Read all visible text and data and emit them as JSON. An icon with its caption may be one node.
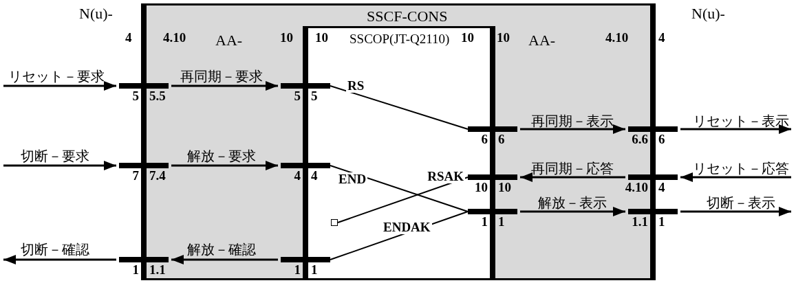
{
  "diagram": {
    "nodes": [
      {
        "text": [
          "SSCF-CONS"
        ]
      },
      {
        "text": [
          "SSCOP(JT-Q2110)"
        ],
        "in": 0
      },
      {
        "text": [],
        "shape": "box",
        "in": 1
      },
      {
        "text": [],
        "shape": "bar",
        "beside": [
          "5",
          "5.5"
        ]
      },
      {
        "text": [],
        "shape": "bar",
        "beside": [
          "5",
          "5"
        ],
        "in": 0
      },
      {
        "text": [],
        "shape": "bar",
        "beside": [
          "6",
          "6"
        ],
        "in": 0
      },
      {
        "text": [],
        "shape": "bar",
        "beside": [
          "6.6",
          "6"
        ]
      },
      {
        "text": [],
        "shape": "bar",
        "beside": [
          "7",
          "7.4"
        ]
      },
      {
        "text": [],
        "shape": "bar",
        "beside": [
          "4",
          "4"
        ],
        "in": 0
      },
      {
        "text": [],
        "shape": "bar",
        "beside": [
          "10",
          "10"
        ],
        "in": 0
      },
      {
        "text": [],
        "shape": "bar",
        "beside": [
          "4.10",
          "4"
        ]
      },
      {
        "text": [],
        "shape": "bar",
        "beside": [
          "1",
          "1"
        ],
        "in": 0
      },
      {
        "text": [],
        "shape": "bar",
        "beside": [
          "1.1",
          "1"
        ]
      },
      {
        "text": [],
        "shape": "bar",
        "beside": [
          "1",
          "1.1"
        ]
      },
      {
        "text": [],
        "shape": "bar",
        "beside": [
          "1",
          "1"
        ],
        "in": 0
      }
    ],
    "edges": [
      {
        "from": null,
        "to": 3,
        "arrow": "to",
        "label": "リセット－要求"
      },
      {
        "from": 3,
        "to": 4,
        "arrow": "to",
        "label": "再同期－要求"
      },
      {
        "from": 4,
        "to": 5,
        "arrow": "none",
        "label": "RS"
      },
      {
        "from": 5,
        "to": 6,
        "arrow": "to",
        "label": "再同期－表示"
      },
      {
        "from": 6,
        "to": null,
        "arrow": "to",
        "label": "リセット－表示"
      },
      {
        "from": null,
        "to": 10,
        "arrow": "to",
        "label": "リセット－応答"
      },
      {
        "from": 10,
        "to": 9,
        "arrow": "to",
        "label": "再同期－応答"
      },
      {
        "from": 9,
        "to": 2,
        "arrow": "none",
        "label": "RSAK"
      },
      {
        "from": 8,
        "to": 11,
        "arrow": "none",
        "label": "END"
      },
      {
        "from": 14,
        "to": 11,
        "arrow": "none",
        "label": "ENDAK"
      },
      {
        "from": 11,
        "to": 12,
        "arrow": "to",
        "label": "解放－表示"
      },
      {
        "from": 12,
        "to": null,
        "arrow": "to",
        "label": "切断－表示"
      },
      {
        "from": null,
        "to": 7,
        "arrow": "to",
        "label": "切断－要求"
      },
      {
        "from": 7,
        "to": 8,
        "arrow": "to",
        "label": "解放－要求"
      },
      {
        "from": 14,
        "to": 13,
        "arrow": "to",
        "label": "解放－確認"
      },
      {
        "from": 13,
        "to": null,
        "arrow": "to",
        "label": "切断－確認"
      }
    ],
    "labels": [
      "N(u)-",
      "N(u)-",
      "4",
      "4.10",
      "AA-",
      "10",
      "10",
      "10",
      "10",
      "AA-",
      "4.10",
      "4"
    ]
  }
}
